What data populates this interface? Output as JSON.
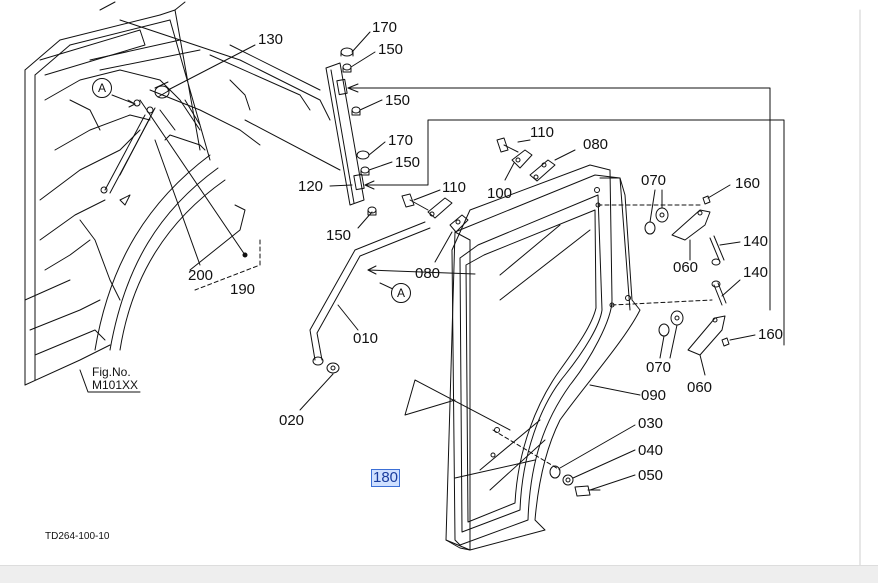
{
  "diagram": {
    "figure_ref": "Fig.No.",
    "figure_code": "M101XX",
    "drawing_id": "TD264-100-10",
    "ref_marker": "A",
    "highlighted_part": "180",
    "parts": [
      {
        "id": "p170a",
        "label": "170"
      },
      {
        "id": "p150a",
        "label": "150"
      },
      {
        "id": "p130",
        "label": "130"
      },
      {
        "id": "p150b",
        "label": "150"
      },
      {
        "id": "p110a",
        "label": "110"
      },
      {
        "id": "p080a",
        "label": "080"
      },
      {
        "id": "p170b",
        "label": "170"
      },
      {
        "id": "p150c",
        "label": "150"
      },
      {
        "id": "p120",
        "label": "120"
      },
      {
        "id": "p100",
        "label": "100"
      },
      {
        "id": "p110b",
        "label": "110"
      },
      {
        "id": "p070a",
        "label": "070"
      },
      {
        "id": "p160a",
        "label": "160"
      },
      {
        "id": "p150d",
        "label": "150"
      },
      {
        "id": "p080b",
        "label": "080"
      },
      {
        "id": "p140a",
        "label": "140"
      },
      {
        "id": "p060a",
        "label": "060"
      },
      {
        "id": "p200",
        "label": "200"
      },
      {
        "id": "p190",
        "label": "190"
      },
      {
        "id": "p140b",
        "label": "140"
      },
      {
        "id": "p010",
        "label": "010"
      },
      {
        "id": "p160b",
        "label": "160"
      },
      {
        "id": "p070b",
        "label": "070"
      },
      {
        "id": "p060b",
        "label": "060"
      },
      {
        "id": "p090",
        "label": "090"
      },
      {
        "id": "p020",
        "label": "020"
      },
      {
        "id": "p030",
        "label": "030"
      },
      {
        "id": "p040",
        "label": "040"
      },
      {
        "id": "p180",
        "label": "180"
      },
      {
        "id": "p050",
        "label": "050"
      }
    ]
  }
}
